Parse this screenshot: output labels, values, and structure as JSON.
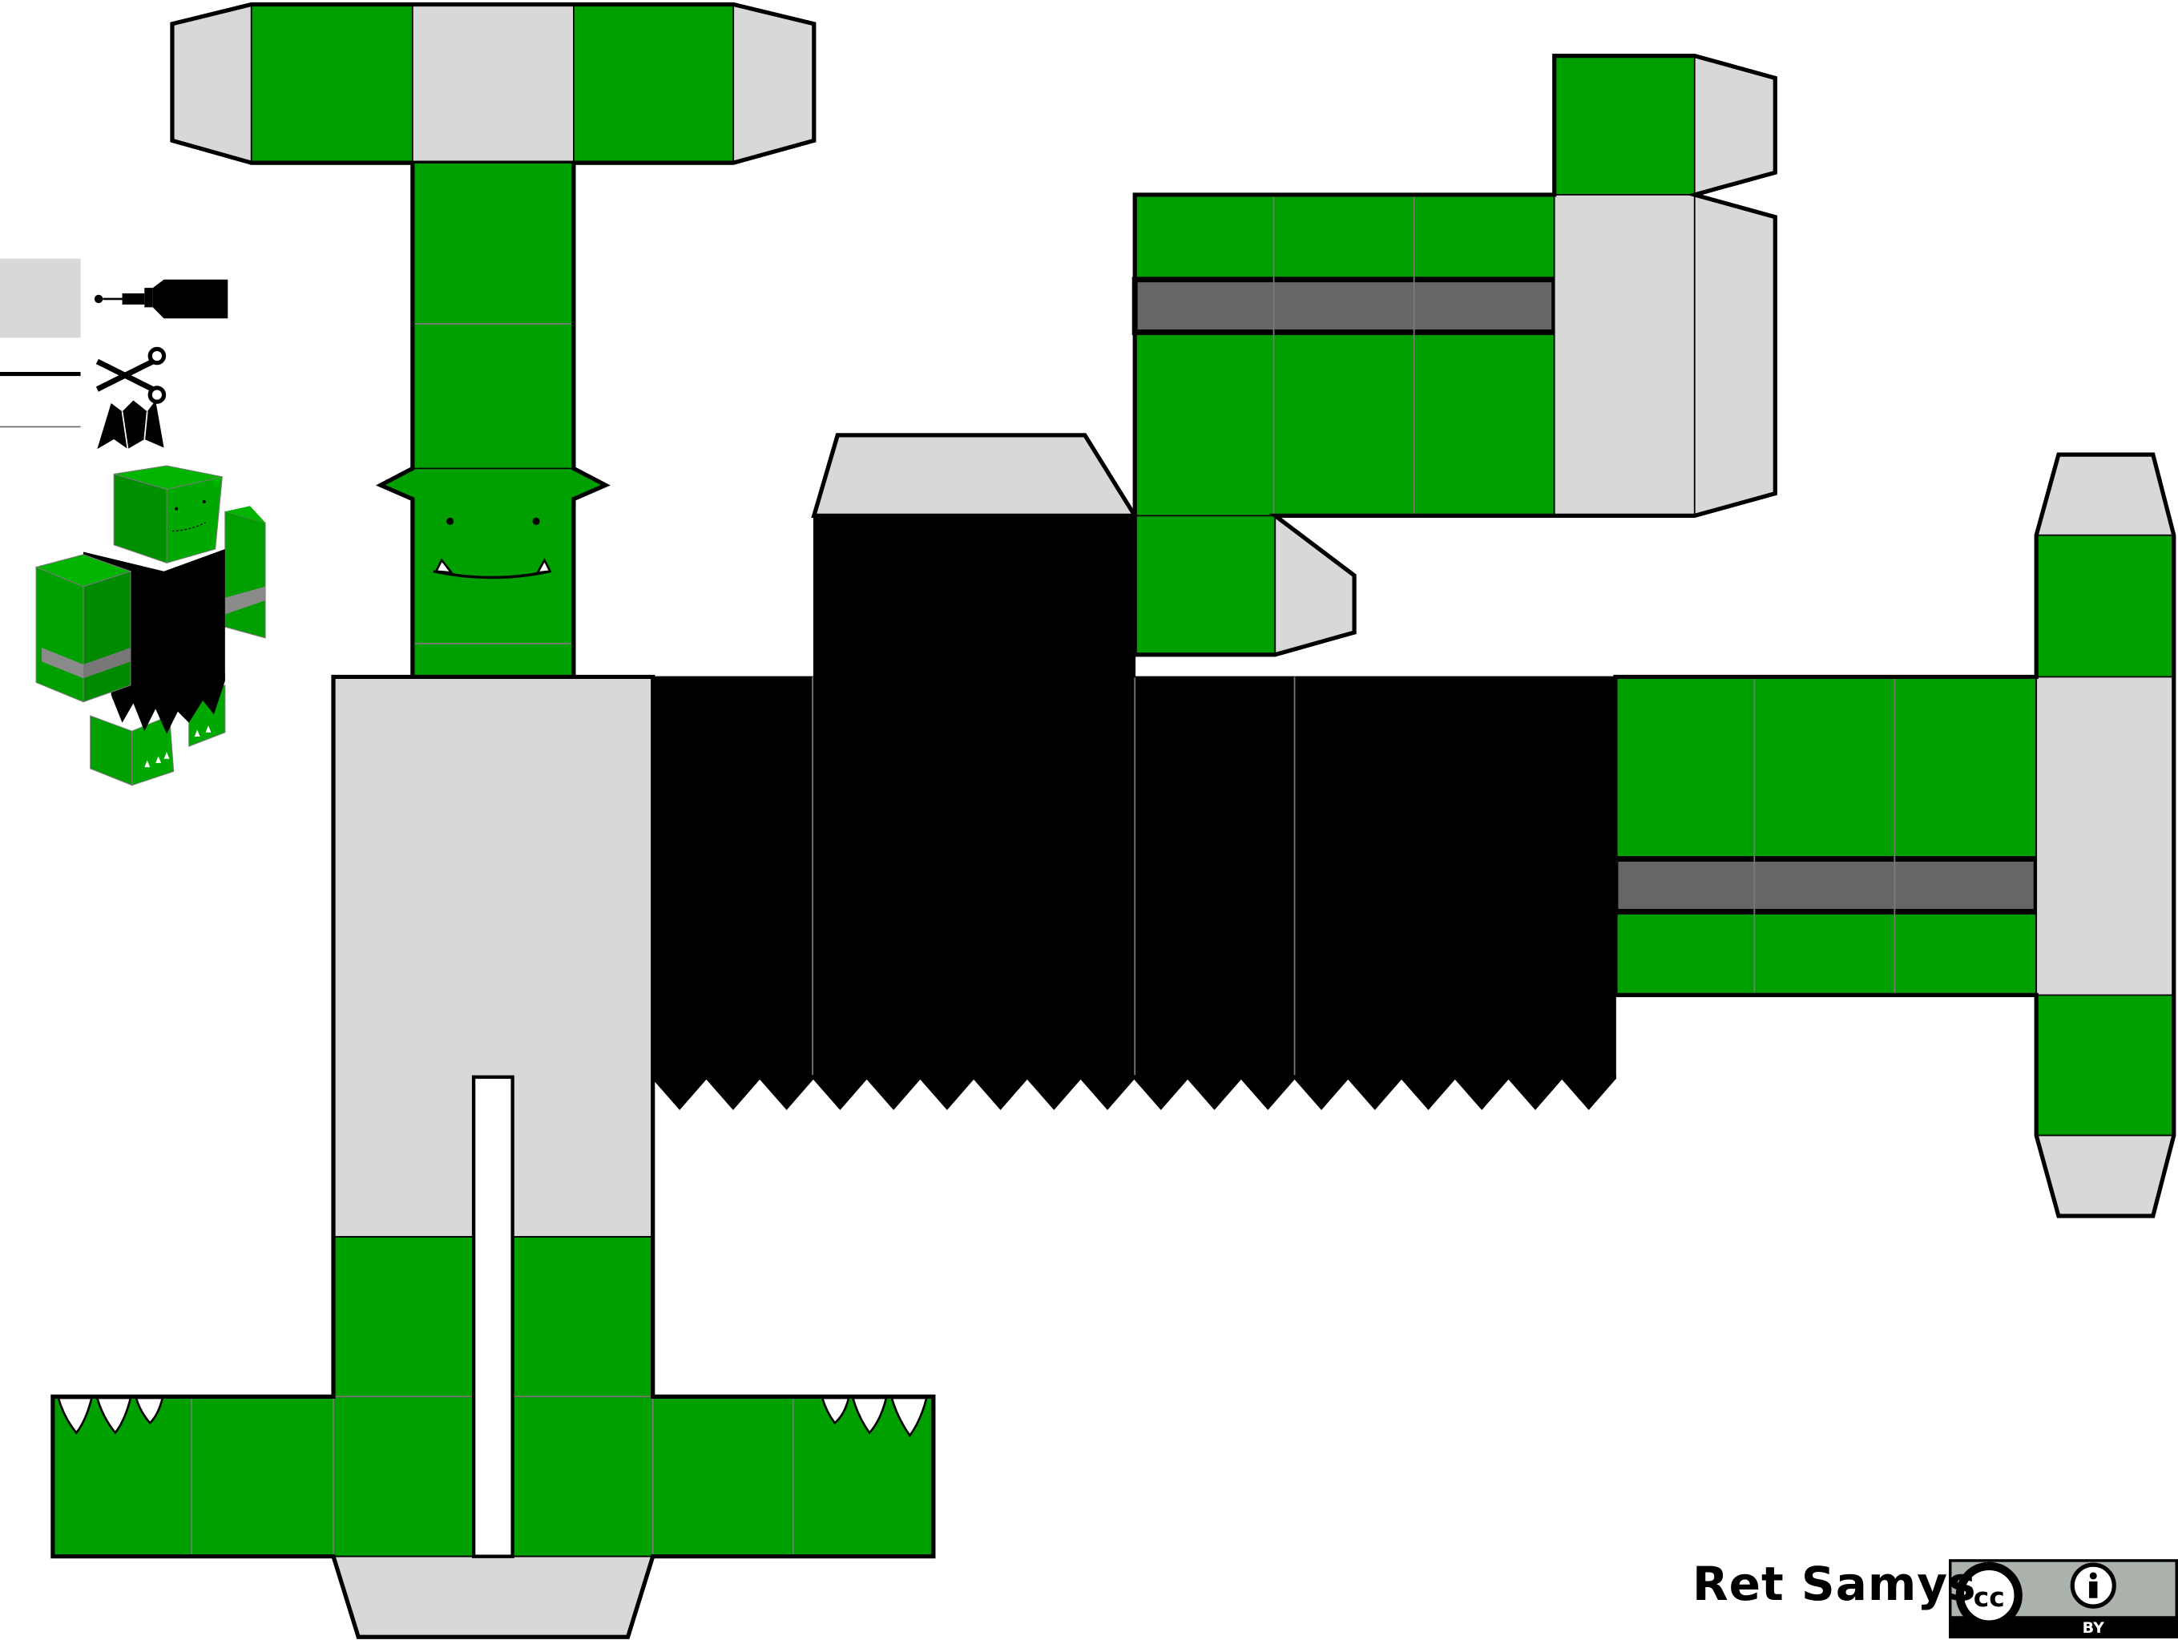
{
  "author": "Ret Samys",
  "license": {
    "cc_label": "cc",
    "by_label": "BY"
  },
  "legend": {
    "glue": "glue-tab-swatch",
    "cut": "cut-line",
    "fold": "fold-line"
  },
  "colors": {
    "green": "#009f00",
    "grey": "#d8d8d8",
    "band": "#666666",
    "black": "#000000",
    "badge": "#aab2ab"
  }
}
